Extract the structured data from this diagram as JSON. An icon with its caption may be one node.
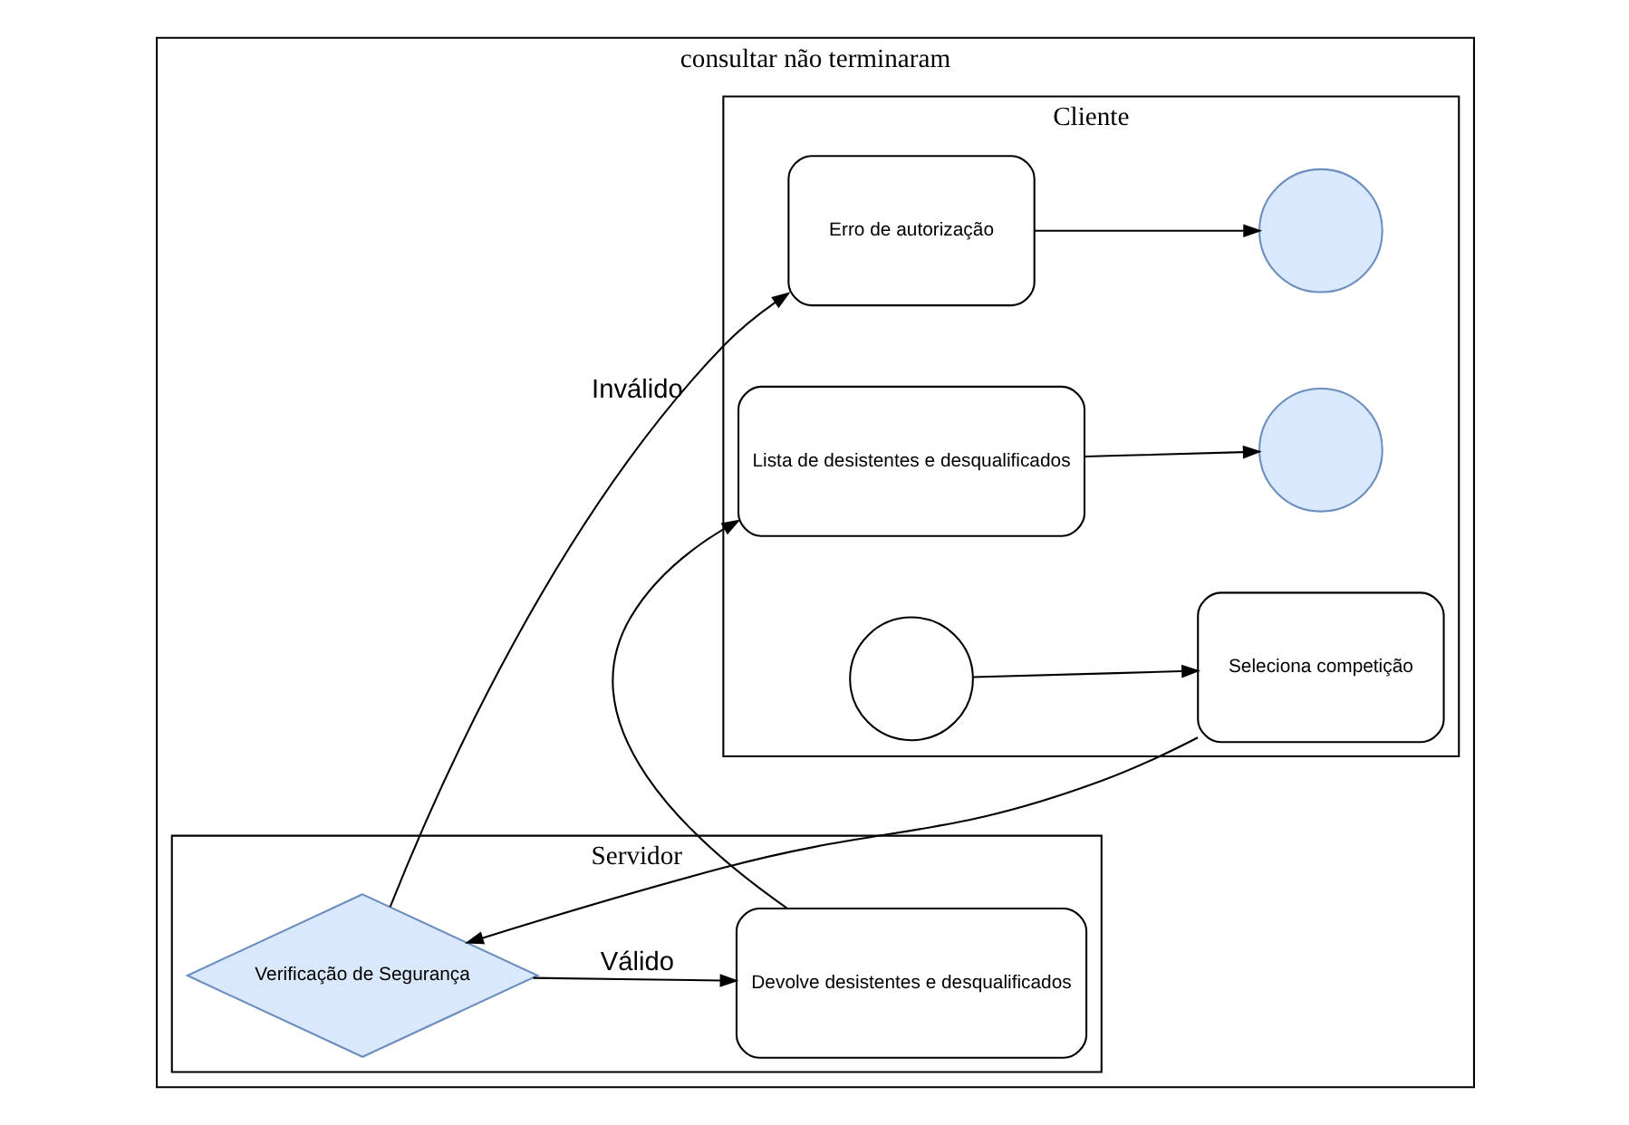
{
  "diagram": {
    "nodes": [
      {
        "text": [
          "consultar não terminaram"
        ]
      },
      {
        "text": [
          "Cliente"
        ],
        "in": 0
      },
      {
        "text": [
          "Servidor"
        ],
        "in": 0
      },
      {
        "text": [],
        "shape": "circle",
        "in": 1
      },
      {
        "text": [
          "Seleciona competição"
        ],
        "in": 1
      },
      {
        "text": [
          "Verificação de Segurança"
        ],
        "in": 2
      },
      {
        "text": [],
        "shape": "circle",
        "in": 1
      },
      {
        "text": [
          "Erro de autorização"
        ],
        "in": 1
      },
      {
        "text": [],
        "shape": "circle",
        "in": 1
      },
      {
        "text": [
          "Lista de desistentes e desqualificados"
        ],
        "in": 1
      },
      {
        "text": [
          "Devolve desistentes e desqualificados"
        ],
        "in": 2
      }
    ],
    "edges": [
      {
        "from": 3,
        "to": 4,
        "arrow": "to"
      },
      {
        "from": 4,
        "to": 5,
        "arrow": "to"
      },
      {
        "from": 5,
        "to": 7,
        "label": "Inválido",
        "arrow": "to"
      },
      {
        "from": 7,
        "to": 6,
        "arrow": "to"
      },
      {
        "from": 5,
        "to": 10,
        "label": "Válido",
        "arrow": "to"
      },
      {
        "from": 10,
        "to": 9,
        "arrow": "to"
      },
      {
        "from": 9,
        "to": 8,
        "arrow": "to"
      }
    ]
  }
}
